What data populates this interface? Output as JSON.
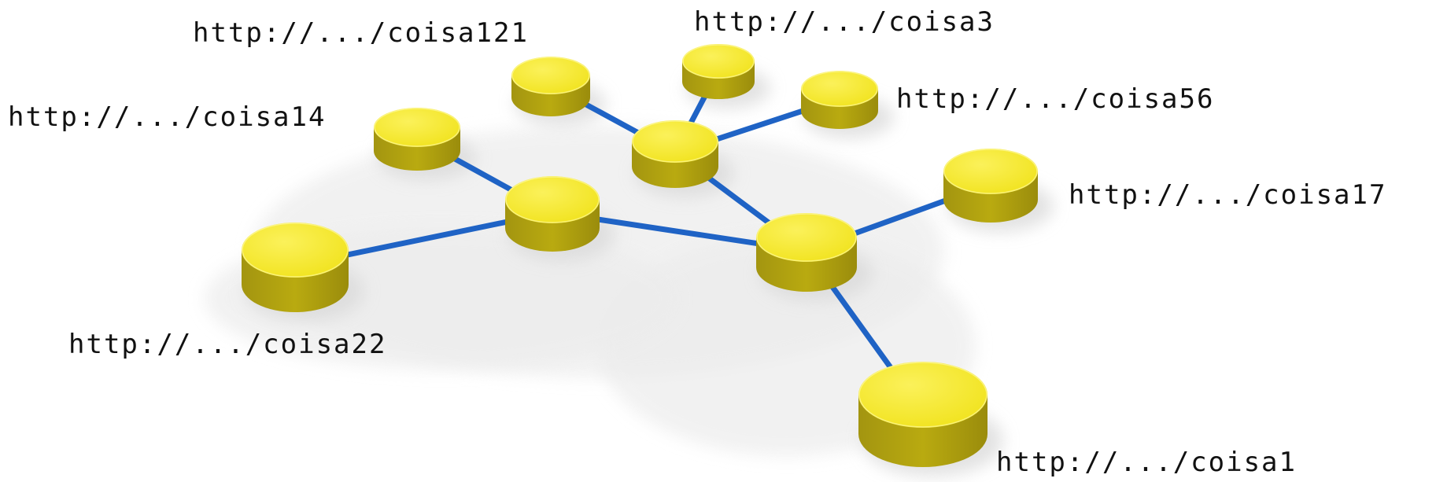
{
  "colors": {
    "node_fill": "#f1e31f",
    "node_side": "#b9aa10",
    "edge": "#1f63c5",
    "shadow": "#d9d9d9"
  },
  "nodes": [
    {
      "id": "center",
      "label": ""
    },
    {
      "id": "left-hub",
      "label": ""
    },
    {
      "id": "top-hub",
      "label": ""
    },
    {
      "id": "coisa121",
      "label": "http://.../coisa121"
    },
    {
      "id": "coisa3",
      "label": "http://.../coisa3"
    },
    {
      "id": "coisa56",
      "label": "http://.../coisa56"
    },
    {
      "id": "coisa14",
      "label": "http://.../coisa14"
    },
    {
      "id": "coisa17",
      "label": "http://.../coisa17"
    },
    {
      "id": "coisa22",
      "label": "http://.../coisa22"
    },
    {
      "id": "coisa1",
      "label": "http://.../coisa1"
    }
  ],
  "edges": [
    {
      "from": "coisa22",
      "to": "left-hub"
    },
    {
      "from": "coisa14",
      "to": "left-hub"
    },
    {
      "from": "left-hub",
      "to": "center"
    },
    {
      "from": "top-hub",
      "to": "center"
    },
    {
      "from": "coisa121",
      "to": "top-hub"
    },
    {
      "from": "coisa3",
      "to": "top-hub"
    },
    {
      "from": "coisa56",
      "to": "top-hub"
    },
    {
      "from": "center",
      "to": "coisa17"
    },
    {
      "from": "center",
      "to": "coisa1"
    }
  ]
}
